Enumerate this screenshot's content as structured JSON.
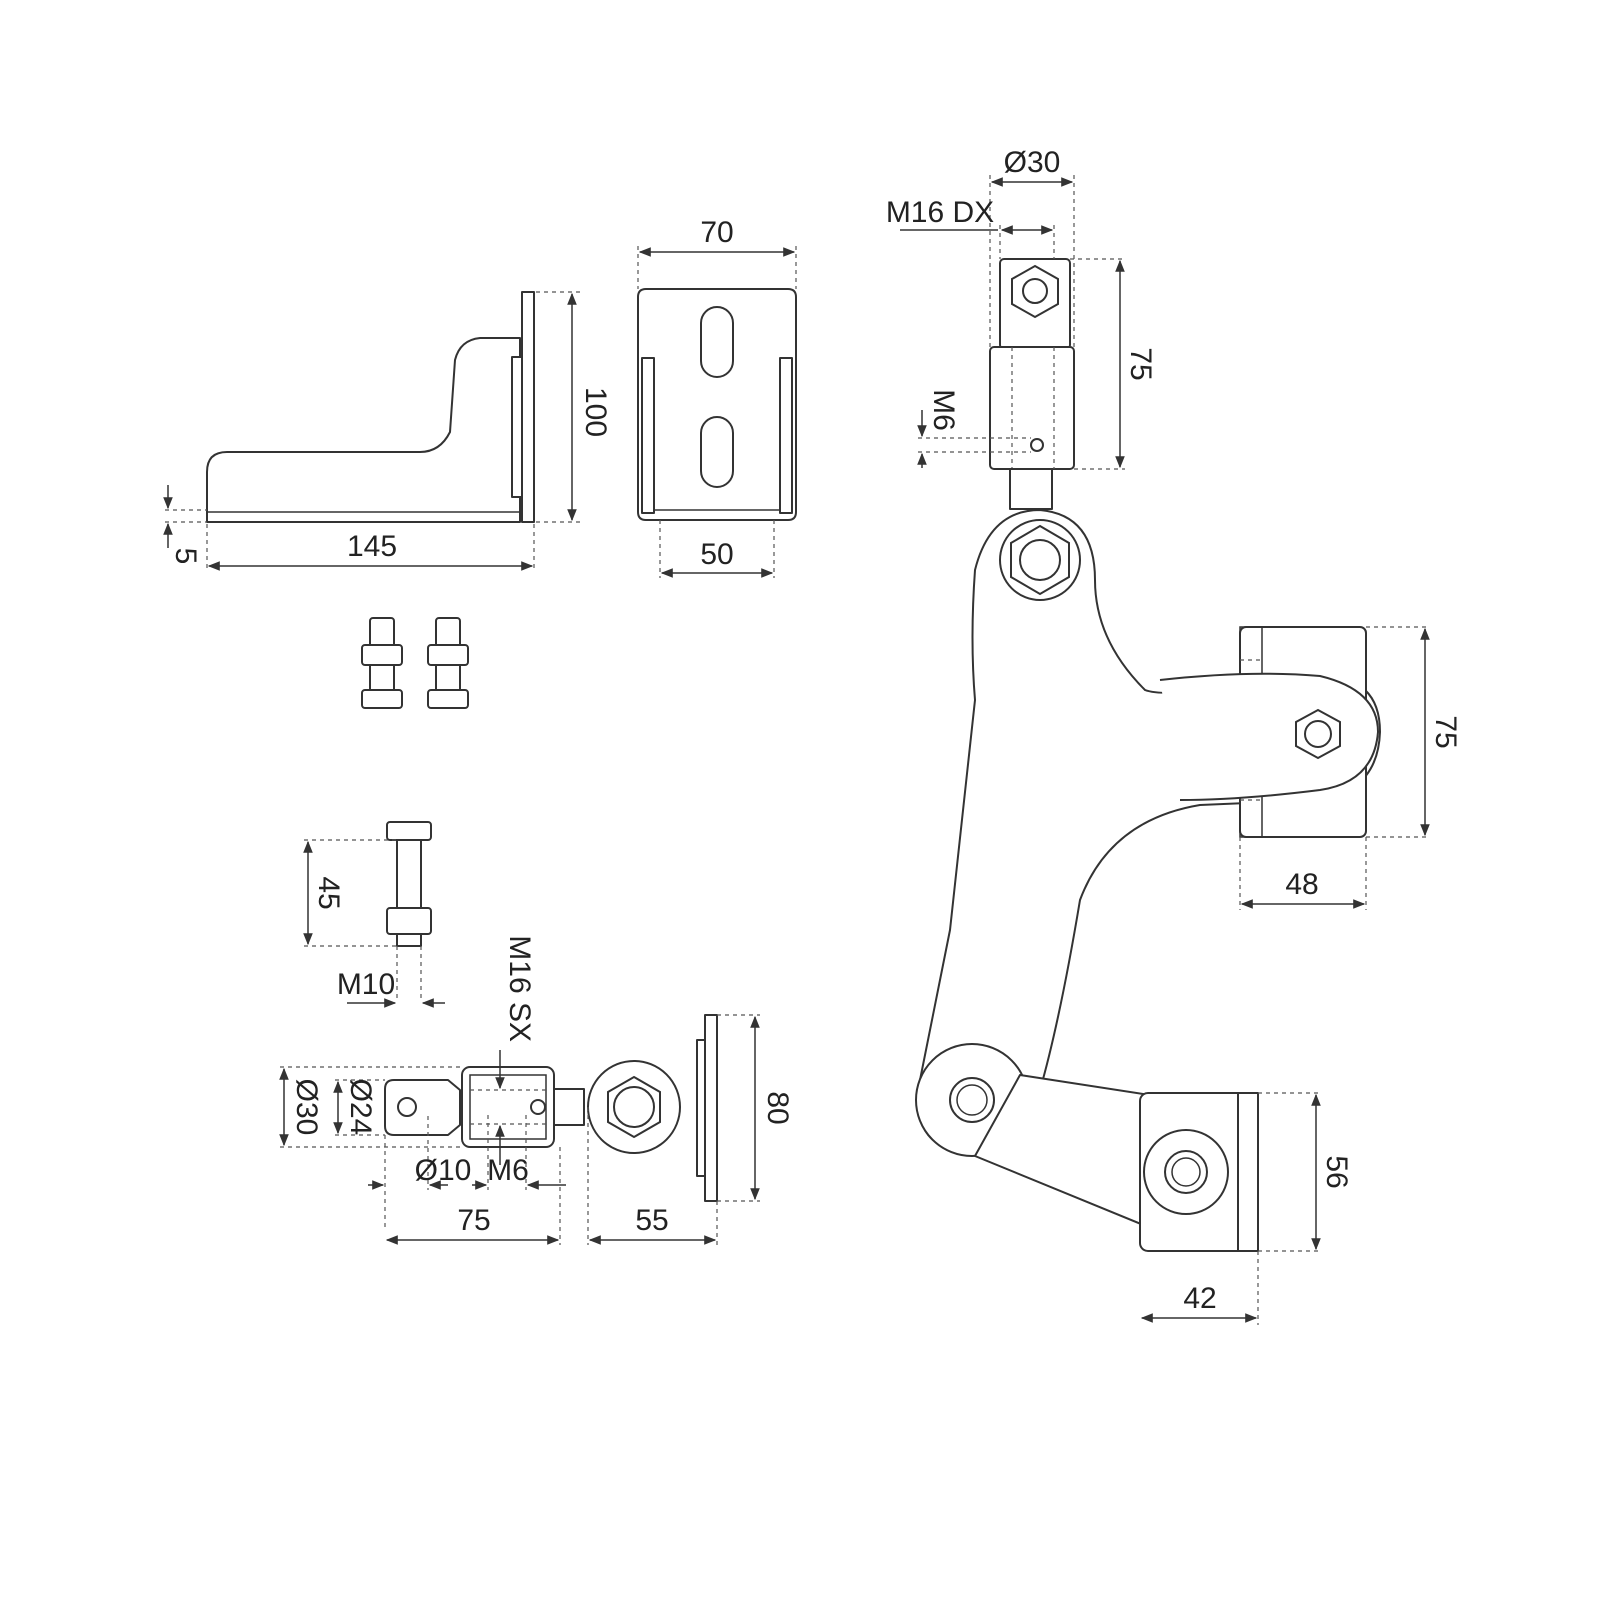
{
  "drawing": {
    "labels": {
      "bracket_length": "145",
      "bracket_height": "100",
      "bracket_thickness": "5",
      "plate_width": "70",
      "plate_inner": "50",
      "top_diameter": "Ø30",
      "top_thread": "M16 DX",
      "top_length": "75",
      "top_setscrew": "M6",
      "right_plate_height": "75",
      "right_plate_depth": "48",
      "lower_plate_height": "56",
      "lower_plate_depth": "42",
      "bolt_length": "45",
      "bolt_thread": "M10",
      "pin_thread": "M16 SX",
      "pin_outer": "Ø30",
      "pin_inner": "Ø24",
      "pin_hole": "Ø10",
      "pin_setscrew": "M6",
      "pin_length": "75",
      "eye_length": "55",
      "eye_plate_height": "80"
    }
  }
}
